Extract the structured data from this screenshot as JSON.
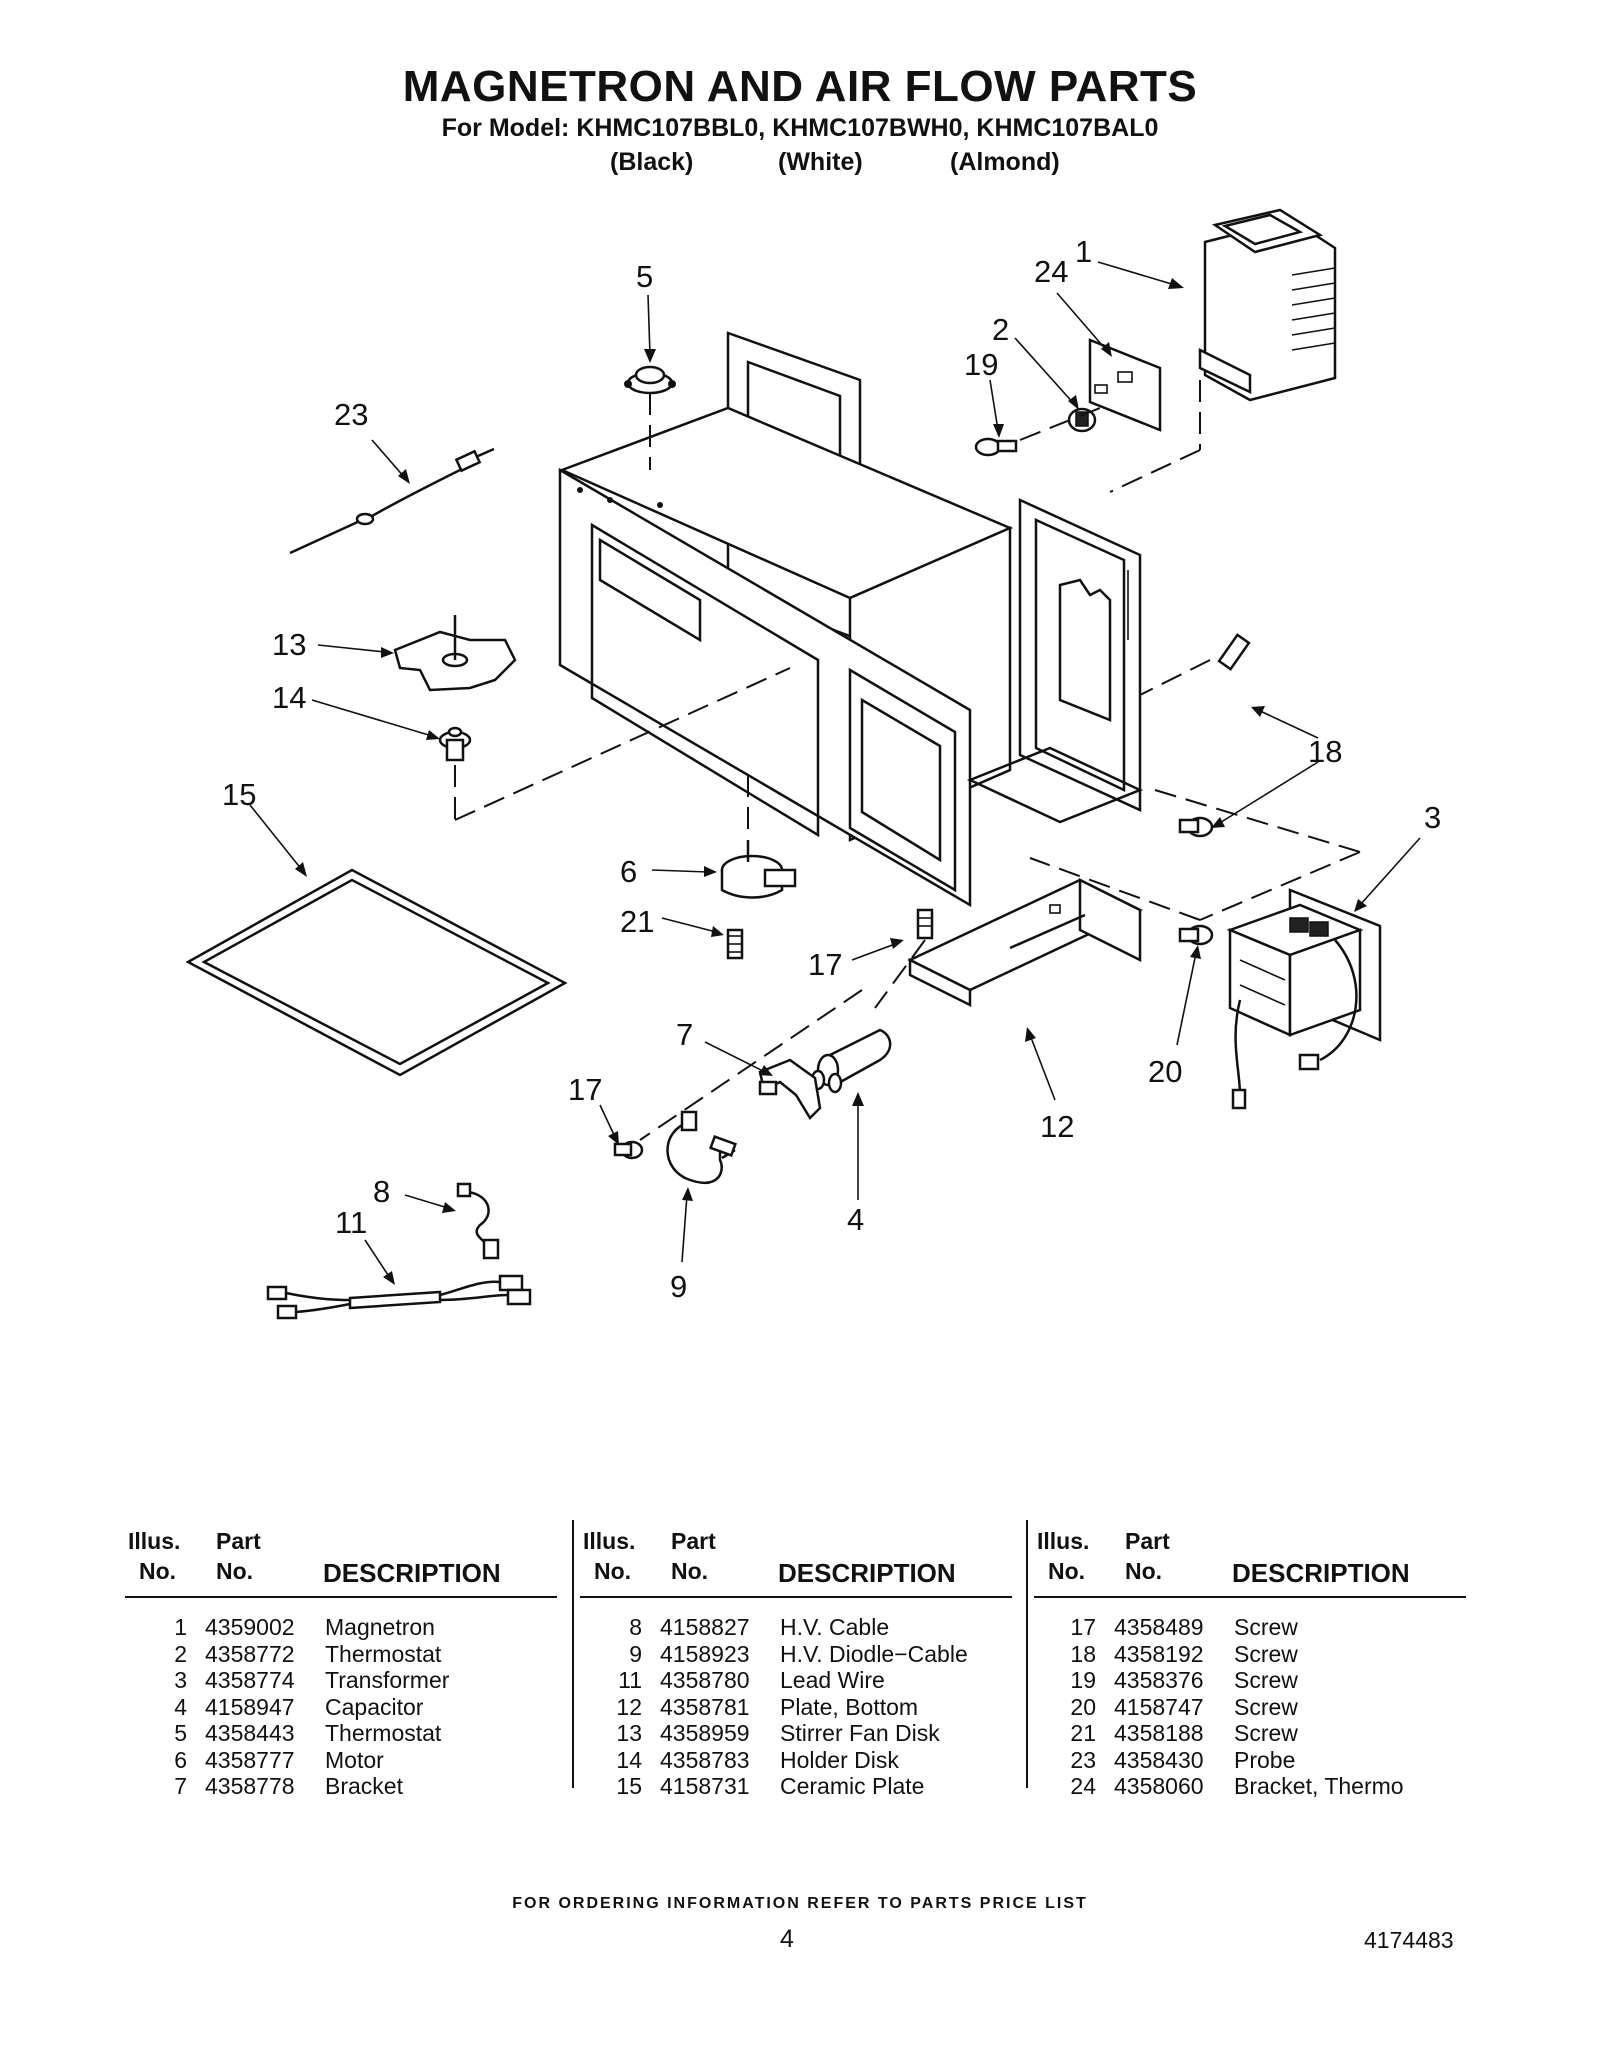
{
  "header": {
    "title": "MAGNETRON AND AIR FLOW PARTS",
    "subtitle": "For Model: KHMC107BBL0, KHMC107BWH0, KHMC107BAL0",
    "variants": [
      "(Black)",
      "(White)",
      "(Almond)"
    ]
  },
  "callouts": [
    "1",
    "2",
    "3",
    "4",
    "5",
    "6",
    "7",
    "8",
    "9",
    "11",
    "12",
    "13",
    "14",
    "15",
    "17",
    "17",
    "18",
    "19",
    "20",
    "21",
    "23",
    "24"
  ],
  "table_headers": {
    "illus_line1": "Illus.",
    "illus_line2": "No.",
    "part_line1": "Part",
    "part_line2": "No.",
    "description": "DESCRIPTION"
  },
  "parts": [
    [
      {
        "illus": "1",
        "part": "4359002",
        "desc": "Magnetron"
      },
      {
        "illus": "2",
        "part": "4358772",
        "desc": "Thermostat"
      },
      {
        "illus": "3",
        "part": "4358774",
        "desc": "Transformer"
      },
      {
        "illus": "4",
        "part": "4158947",
        "desc": "Capacitor"
      },
      {
        "illus": "5",
        "part": "4358443",
        "desc": "Thermostat"
      },
      {
        "illus": "6",
        "part": "4358777",
        "desc": "Motor"
      },
      {
        "illus": "7",
        "part": "4358778",
        "desc": "Bracket"
      }
    ],
    [
      {
        "illus": "8",
        "part": "4158827",
        "desc": "H.V. Cable"
      },
      {
        "illus": "9",
        "part": "4158923",
        "desc": "H.V. Diodle−Cable"
      },
      {
        "illus": "11",
        "part": "4358780",
        "desc": "Lead Wire"
      },
      {
        "illus": "12",
        "part": "4358781",
        "desc": "Plate, Bottom"
      },
      {
        "illus": "13",
        "part": "4358959",
        "desc": "Stirrer Fan Disk"
      },
      {
        "illus": "14",
        "part": "4358783",
        "desc": "Holder Disk"
      },
      {
        "illus": "15",
        "part": "4158731",
        "desc": "Ceramic Plate"
      }
    ],
    [
      {
        "illus": "17",
        "part": "4358489",
        "desc": "Screw"
      },
      {
        "illus": "18",
        "part": "4358192",
        "desc": "Screw"
      },
      {
        "illus": "19",
        "part": "4358376",
        "desc": "Screw"
      },
      {
        "illus": "20",
        "part": "4158747",
        "desc": "Screw"
      },
      {
        "illus": "21",
        "part": "4358188",
        "desc": "Screw"
      },
      {
        "illus": "23",
        "part": "4358430",
        "desc": "Probe"
      },
      {
        "illus": "24",
        "part": "4358060",
        "desc": "Bracket, Thermo"
      }
    ]
  ],
  "footer": {
    "note": "FOR ORDERING INFORMATION REFER TO PARTS PRICE LIST",
    "page": "4",
    "doc_number": "4174483"
  }
}
